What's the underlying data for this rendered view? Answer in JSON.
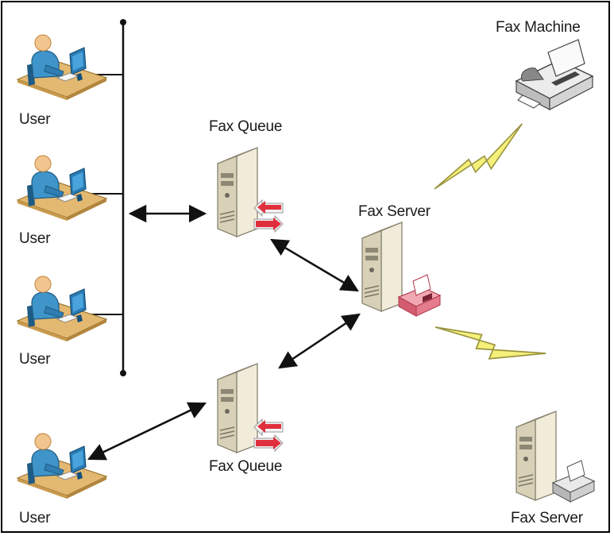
{
  "labels": {
    "user": "User",
    "fax_queue": "Fax Queue",
    "fax_server": "Fax Server",
    "fax_machine": "Fax Machine"
  },
  "colors": {
    "lightning": "#f5f07a",
    "arrow": "#111111",
    "server_body": "#e9e4cf",
    "user_shirt": "#3f95c9",
    "user_skin": "#f3c58e",
    "desk": "#e3b870",
    "red_arrow": "#e02f3c"
  },
  "icons": [
    "user-icon",
    "server-icon",
    "fax-machine-icon",
    "lightning-icon"
  ]
}
